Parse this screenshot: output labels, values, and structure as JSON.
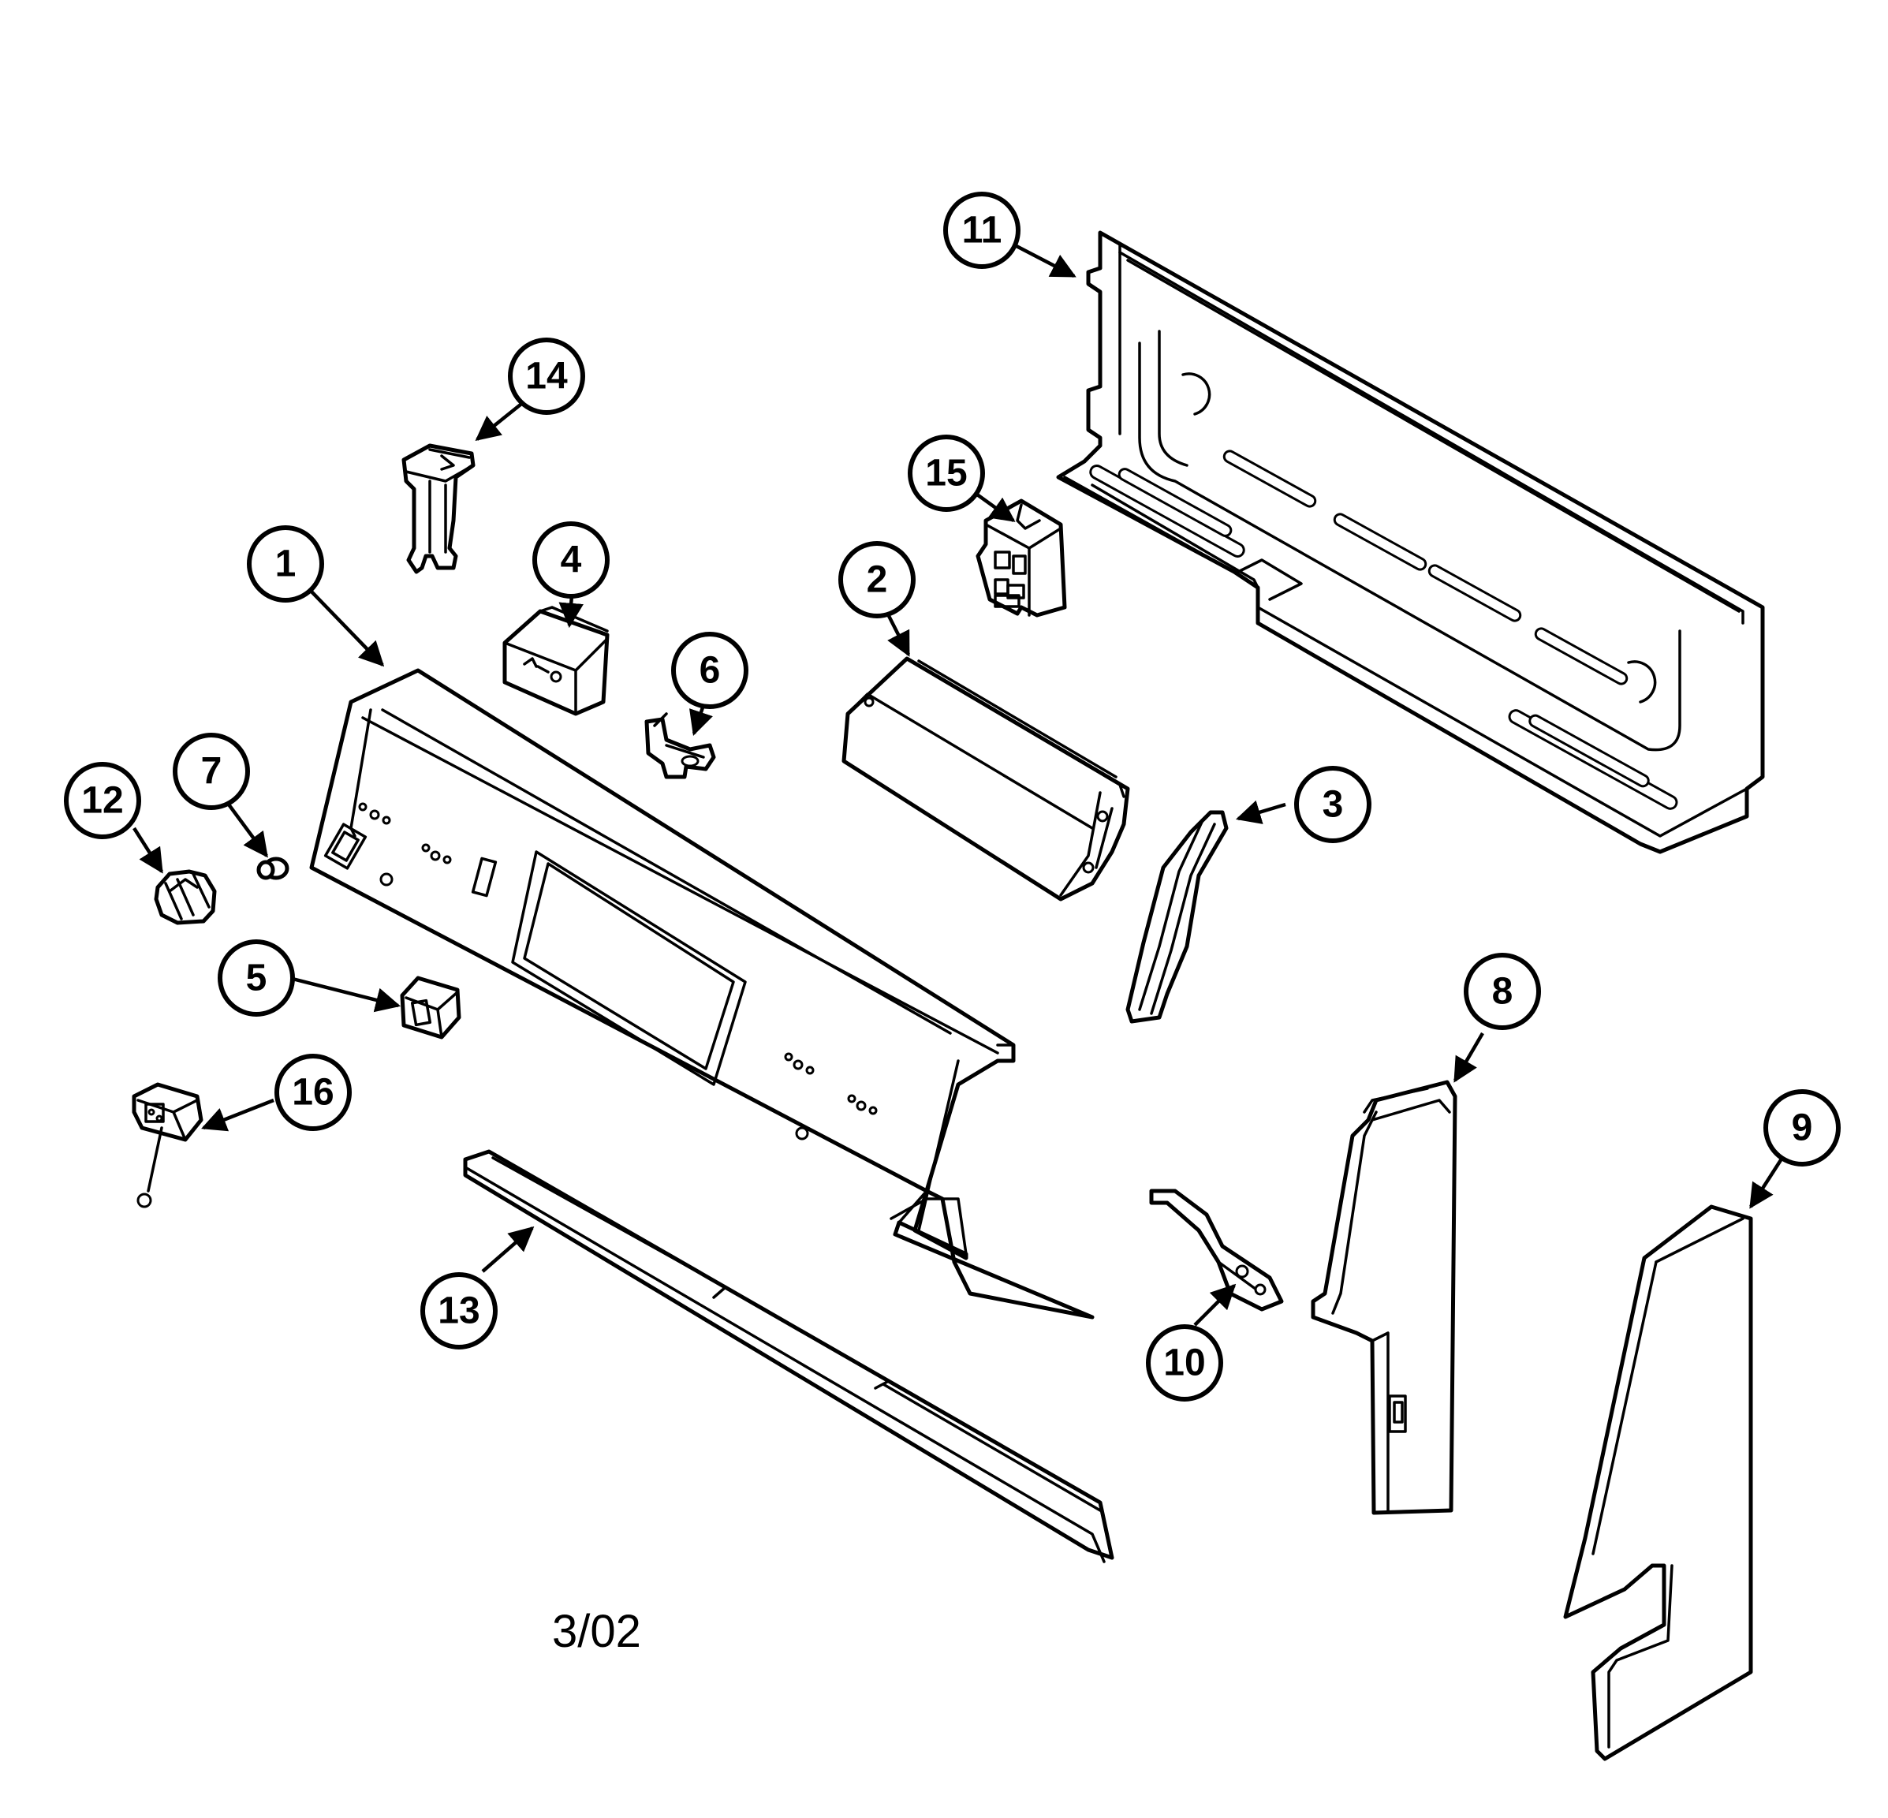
{
  "callouts": {
    "c1": "1",
    "c2": "2",
    "c3": "3",
    "c4": "4",
    "c5": "5",
    "c6": "6",
    "c7": "7",
    "c8": "8",
    "c9": "9",
    "c10": "10",
    "c11": "11",
    "c12": "12",
    "c13": "13",
    "c14": "14",
    "c15": "15",
    "c16": "16"
  },
  "date_code": "3/02",
  "colors": {
    "line": "#000000",
    "background": "#ffffff"
  }
}
